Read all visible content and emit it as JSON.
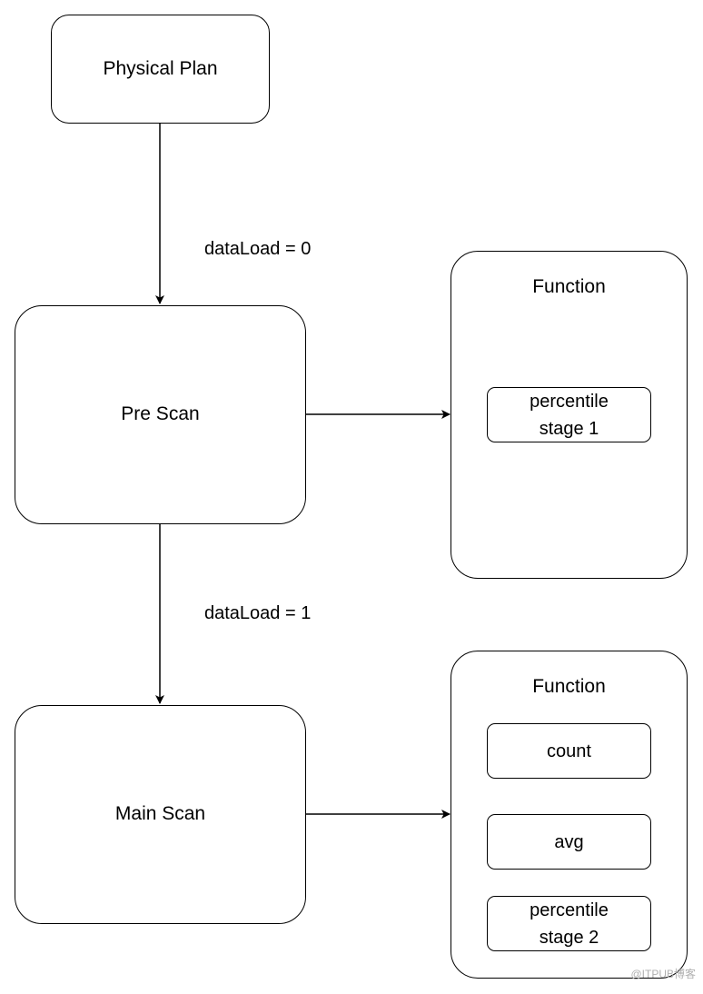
{
  "diagram": {
    "nodes": {
      "physical_plan": "Physical Plan",
      "pre_scan": "Pre Scan",
      "main_scan": "Main Scan"
    },
    "edges": {
      "plan_to_pre": "dataLoad = 0",
      "pre_to_main": "dataLoad = 1"
    },
    "function_groups": [
      {
        "title": "Function",
        "items": [
          "percentile\nstage 1"
        ]
      },
      {
        "title": "Function",
        "items": [
          "count",
          "avg",
          "percentile\nstage 2"
        ]
      }
    ]
  },
  "watermark": "@ITPUB博客"
}
